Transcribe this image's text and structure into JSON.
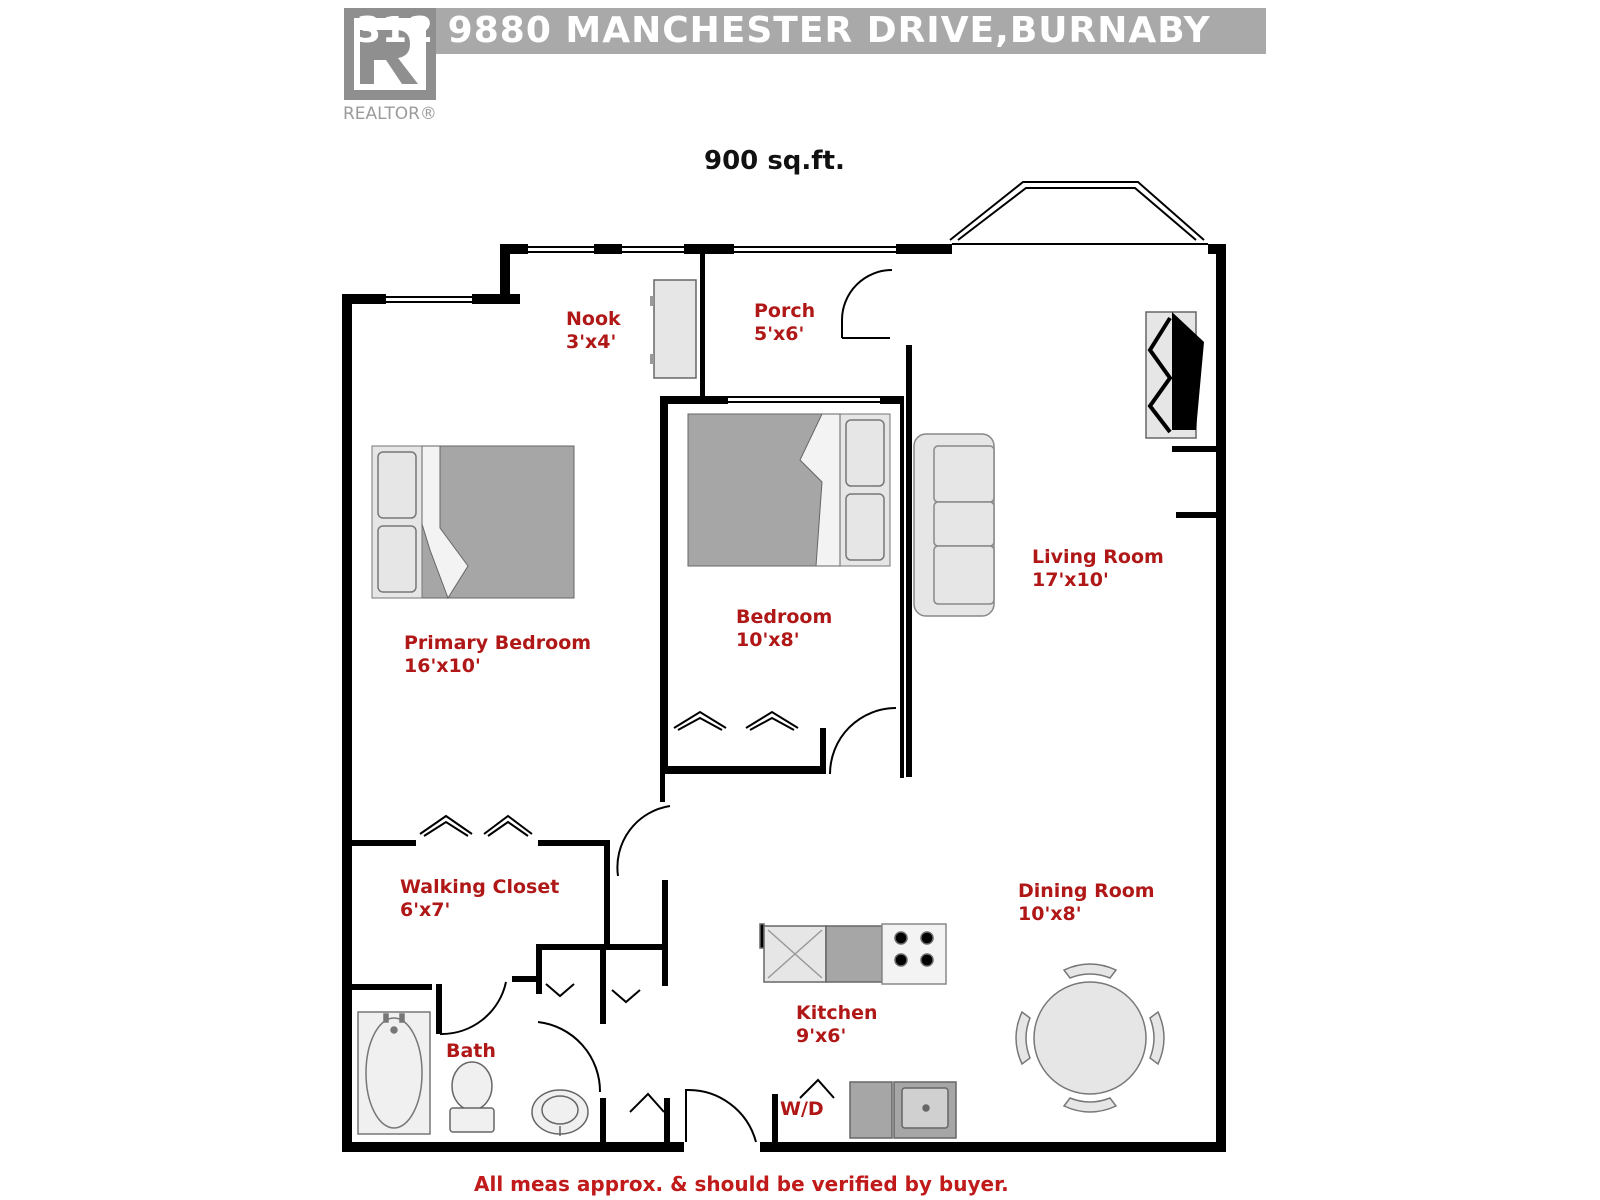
{
  "header": {
    "address": "312 9880 MANCHESTER DRIVE,BURNABY",
    "logo_label": "REALTOR®",
    "logo_icon": "realtor-r-icon"
  },
  "area": "900 sq.ft.",
  "rooms": [
    {
      "id": "nook",
      "name": "Nook",
      "size": "3'x4'"
    },
    {
      "id": "porch",
      "name": "Porch",
      "size": "5'x6'"
    },
    {
      "id": "living-room",
      "name": "Living Room",
      "size": "17'x10'"
    },
    {
      "id": "primary-bedroom",
      "name": "Primary Bedroom",
      "size": "16'x10'"
    },
    {
      "id": "bedroom",
      "name": "Bedroom",
      "size": "10'x8'"
    },
    {
      "id": "walking-closet",
      "name": "Walking Closet",
      "size": "6'x7'"
    },
    {
      "id": "dining-room",
      "name": "Dining Room",
      "size": "10'x8'"
    },
    {
      "id": "kitchen",
      "name": "Kitchen",
      "size": "9'x6'"
    },
    {
      "id": "bath",
      "name": "Bath",
      "size": ""
    }
  ],
  "fixtures": {
    "washer_dryer": "W/D"
  },
  "disclaimer": "All meas  approx. & should be verified by buyer.",
  "colors": {
    "wall": "#000000",
    "label": "#b01818",
    "header_bg": "#a9a9a9",
    "furniture_fill": "#a6a6a6",
    "furniture_light": "#e6e6e6"
  }
}
